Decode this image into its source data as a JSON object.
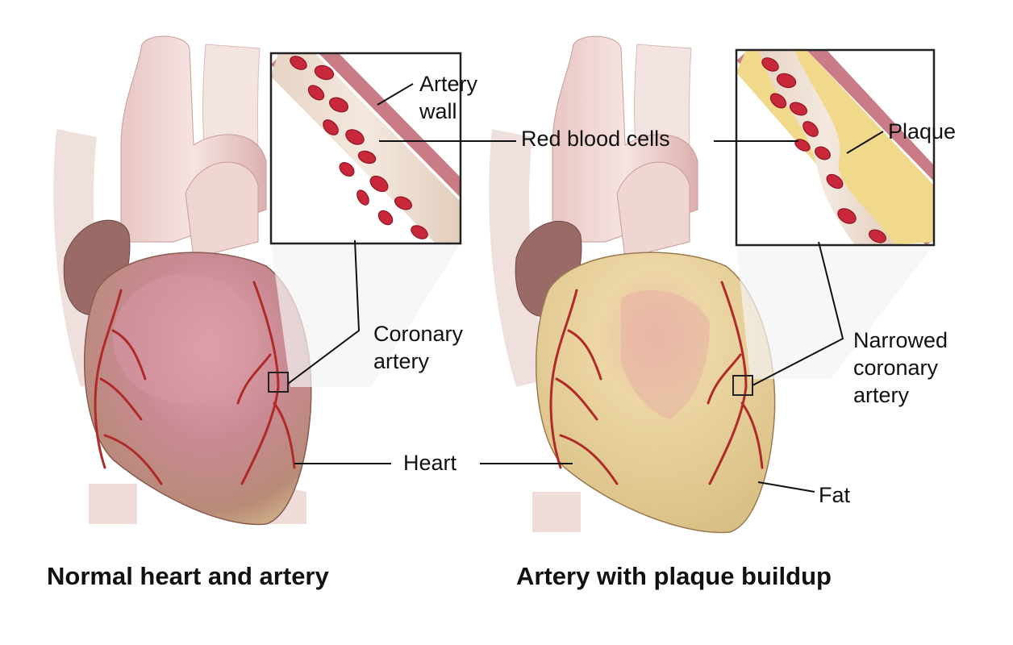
{
  "labels": {
    "artery_wall": [
      "Artery",
      "wall"
    ],
    "red_blood_cells": "Red blood cells",
    "plaque": "Plaque",
    "coronary_artery": [
      "Coronary",
      "artery"
    ],
    "narrowed_coronary_artery": [
      "Narrowed",
      "coronary",
      "artery"
    ],
    "heart": "Heart",
    "fat": "Fat"
  },
  "panels": {
    "left_title": "Normal heart and artery",
    "right_title": "Artery with plaque buildup"
  },
  "colors": {
    "blood_cell": "#c8283a",
    "artery_wall": "#c97c86",
    "plaque": "#f1d98c",
    "normal_heart": "#c98a94",
    "fatty_heart": "#e7d49a",
    "coronary_vessel": "#b02a2a"
  }
}
